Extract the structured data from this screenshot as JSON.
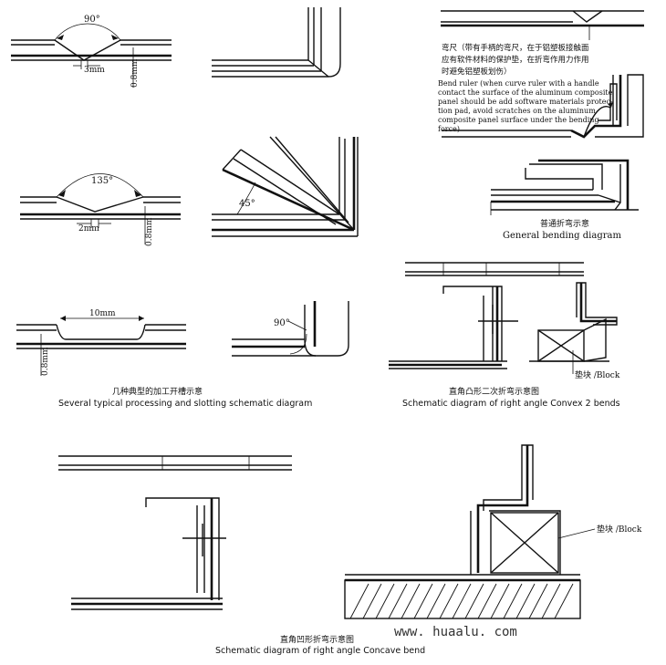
{
  "labels": {
    "angle_90": "90°",
    "width_3mm": "3mm",
    "thick_08_a": "0.8mm",
    "angle_135": "135°",
    "width_2mm": "2mm",
    "thick_08_b": "0.8mm",
    "width_10mm": "10mm",
    "thick_08_c": "0.8mm",
    "angle_90_b": "90°",
    "angle_45": "45°",
    "block_a": "垫块 /Block",
    "block_b": "垫块 /Block"
  },
  "bend_ruler_note": {
    "cn_line1": "弯尺（带有手柄的弯尺，在于铝塑板接触面",
    "cn_line2": "应有软件材料的保护垫，在折弯作用力作用",
    "cn_line3": "时避免铝塑板划伤）",
    "en_line1": "Bend ruler (when curve ruler with a handle",
    "en_line2": "contact the surface of the aluminum composite",
    "en_line3": "panel should be add software materials protec-",
    "en_line4": "tion pad, avoid scratches on the aluminum",
    "en_line5": "composite panel surface under the bending",
    "en_line6": "force)"
  },
  "captions": {
    "general_cn": "普通折弯示意",
    "general_en": "General bending diagram",
    "slotting_cn": "几种典型的加工开槽示意",
    "slotting_en": "Several typical processing and slotting schematic diagram",
    "convex_cn": "直角凸形二次折弯示意图",
    "convex_en": "Schematic diagram of right angle Convex 2 bends",
    "concave_cn": "直角凹形折弯示意图",
    "concave_en": "Schematic diagram of right angle Concave bend"
  },
  "watermark": "www. huaalu. com"
}
